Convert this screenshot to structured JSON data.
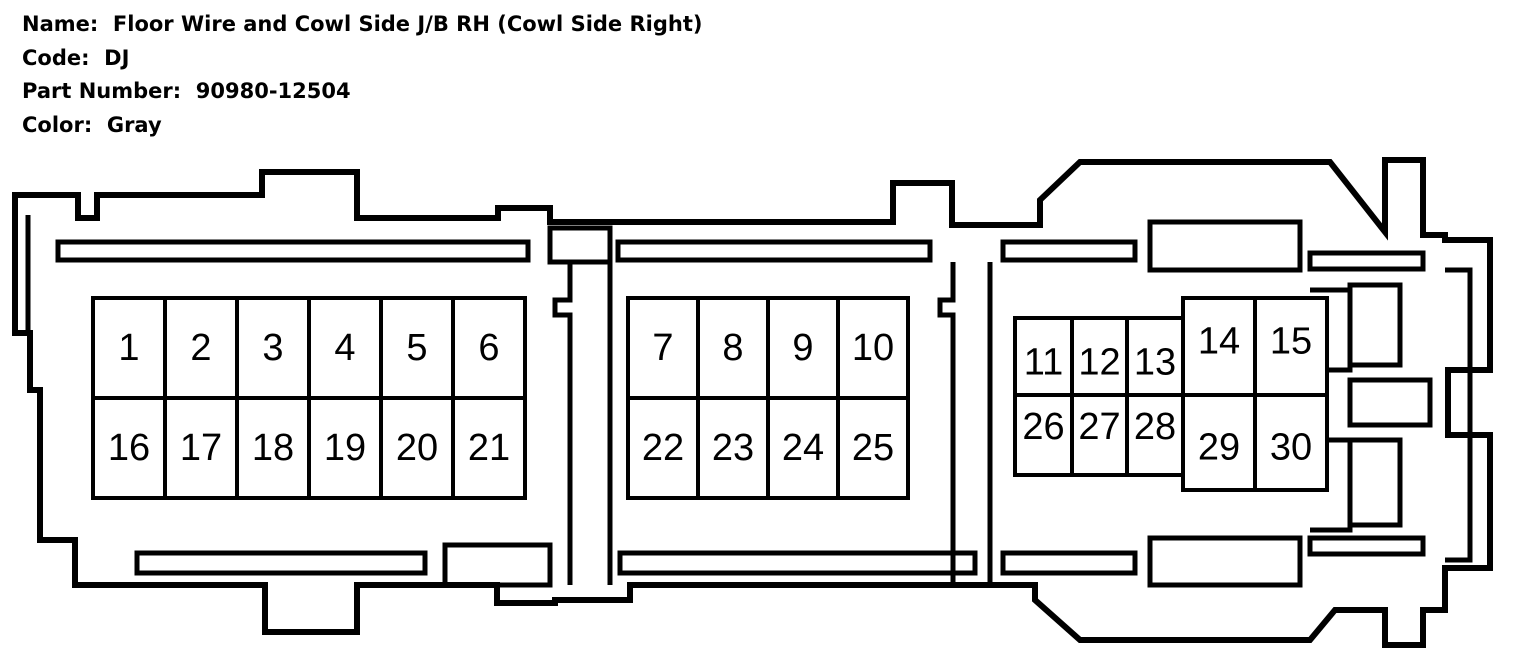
{
  "connector": {
    "name_label": "Name:",
    "name_value": "Floor Wire and Cowl Side J/B RH (Cowl Side Right)",
    "code_label": "Code:",
    "code_value": "DJ",
    "part_label": "Part Number:",
    "part_value": "90980-12504",
    "color_label": "Color:",
    "color_value": "Gray"
  },
  "pins": [
    "1",
    "2",
    "3",
    "4",
    "5",
    "6",
    "7",
    "8",
    "9",
    "10",
    "11",
    "12",
    "13",
    "14",
    "15",
    "16",
    "17",
    "18",
    "19",
    "20",
    "21",
    "22",
    "23",
    "24",
    "25",
    "26",
    "27",
    "28",
    "29",
    "30"
  ]
}
